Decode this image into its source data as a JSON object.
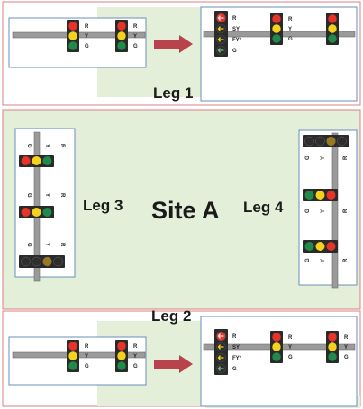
{
  "site": {
    "title": "Site A"
  },
  "colors": {
    "road": "#e3efd9",
    "region_border": "#d98080",
    "panel_border": "#6a8fb8",
    "arrow": "#b8434a",
    "pole": "#8a8a8a",
    "red": "#e8332a",
    "yellow": "#f6d21c",
    "green": "#1f8a4c",
    "unlit": "#2e2e2e",
    "housing": "#2a2a2a"
  },
  "legs": {
    "leg1": {
      "label": "Leg 1",
      "before": {
        "letters": [
          "R",
          "Y",
          "G"
        ]
      },
      "after": {
        "letters_left": [
          "R",
          "SY",
          "FY*",
          "G"
        ],
        "letters_right": [
          "R",
          "Y",
          "G"
        ]
      }
    },
    "leg2": {
      "label": "Leg 2",
      "before": {
        "letters": [
          "R",
          "Y",
          "G"
        ]
      },
      "after": {
        "letters_left": [
          "R",
          "SY",
          "FY*",
          "G"
        ],
        "letters_right": [
          "R",
          "Y",
          "G"
        ]
      }
    },
    "leg3": {
      "label": "Leg 3",
      "letters": [
        "R",
        "Y",
        "G"
      ]
    },
    "leg4": {
      "label": "Leg 4",
      "letters": [
        "R",
        "Y",
        "G"
      ]
    }
  }
}
